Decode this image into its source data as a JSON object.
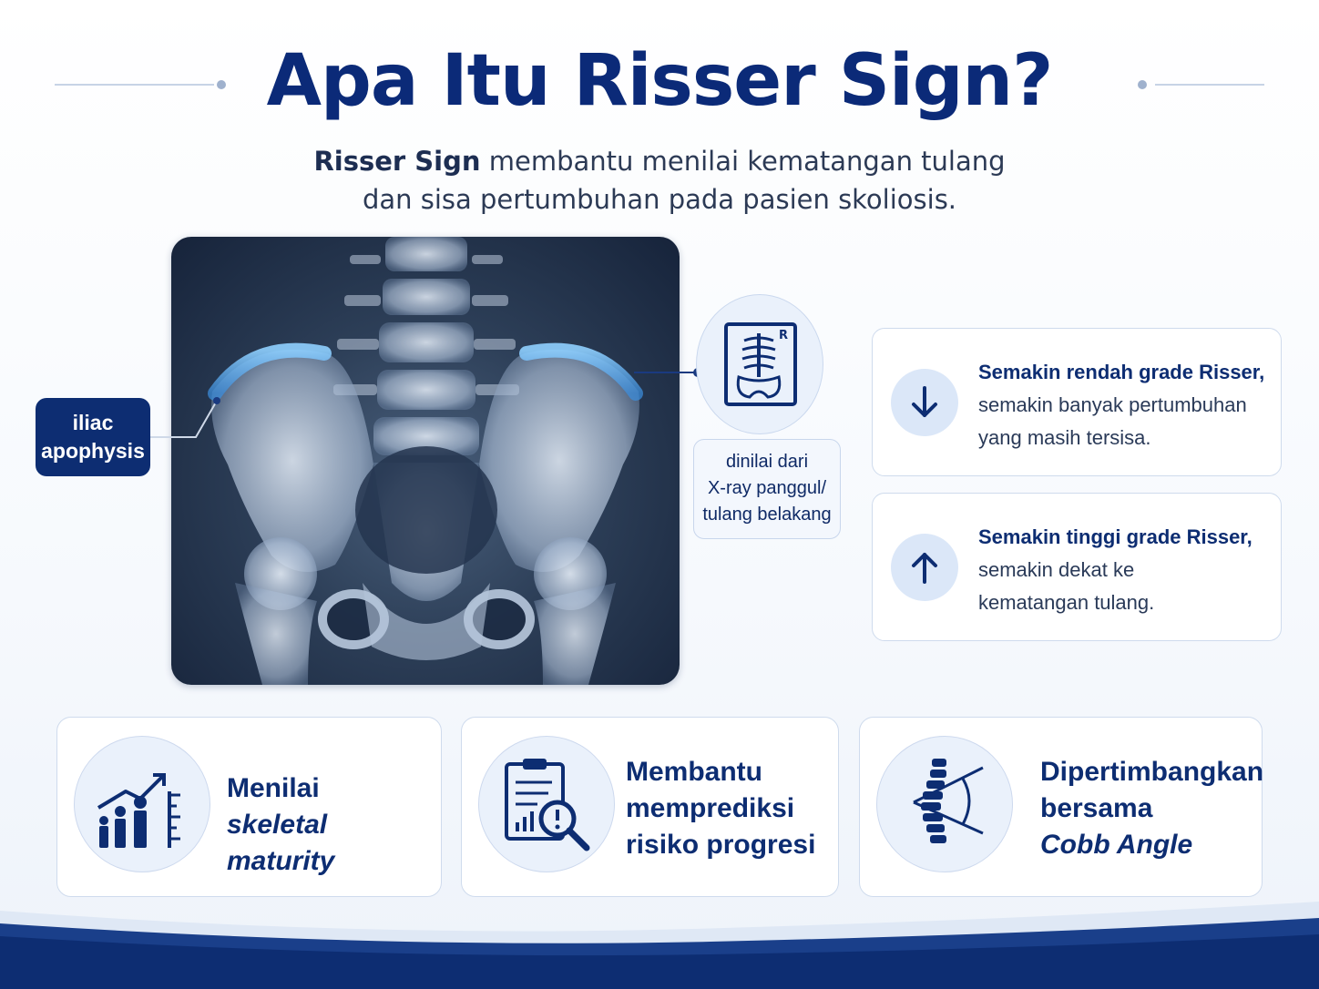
{
  "header": {
    "title": "Apa Itu Risser Sign?",
    "subtitle_strong": "Risser Sign",
    "subtitle_rest_line1": " membantu menilai kematangan tulang",
    "subtitle_line2": "dan sisa pertumbuhan pada pasien skoliosis."
  },
  "xray": {
    "apophysis_label_line1": "iliac",
    "apophysis_label_line2": "apophysis",
    "note_line1": "dinilai dari",
    "note_line2": "X-ray panggul/",
    "note_line3": "tulang belakang",
    "icon_letter": "R"
  },
  "grades": {
    "low": {
      "bold": "Semakin rendah grade Risser,",
      "line1": "semakin banyak pertumbuhan",
      "line2": "yang masih tersisa.",
      "icon": "arrow-down-icon"
    },
    "high": {
      "bold": "Semakin tinggi grade Risser,",
      "line1": "semakin dekat ke",
      "line2": "kematangan tulang.",
      "icon": "arrow-up-icon"
    }
  },
  "features": [
    {
      "line1": "Menilai",
      "line2": "skeletal maturity",
      "line3": "",
      "icon": "growth-chart-icon"
    },
    {
      "line1": "Membantu",
      "line2": "memprediksi",
      "line3": "risiko progresi",
      "icon": "clipboard-search-icon"
    },
    {
      "line1": "Dipertimbangkan",
      "line2": "bersama",
      "line3": "Cobb Angle",
      "icon": "spine-angle-icon"
    }
  ],
  "colors": {
    "primary": "#0d2d72",
    "accent": "#5aa9f0",
    "card_border": "#cfdbed"
  }
}
